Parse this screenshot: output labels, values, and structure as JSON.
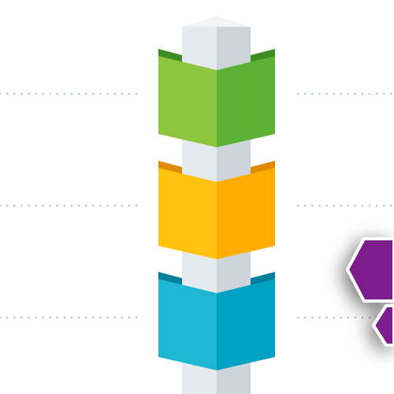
{
  "colors": {
    "background": "#ffffff",
    "pillar_front_left": "#e4eaee",
    "pillar_front_right": "#cdd5da",
    "pillar_top": "#f3f6f8",
    "dots": "#b7c7cf",
    "green_light": "#8cc63e",
    "green_dark": "#5db236",
    "green_inside": "#3e8d22",
    "yellow_light": "#ffc20e",
    "yellow_dark": "#ffae00",
    "yellow_inside": "#e08a00",
    "cyan_light": "#1fb6d3",
    "cyan_dark": "#00a2c4",
    "cyan_inside": "#007f9c",
    "hex_purple": "#7d1a8c",
    "hex_border": "#ffffff"
  },
  "diagram": {
    "pillar": "square column",
    "blocks": [
      {
        "name": "green-block",
        "color": "green"
      },
      {
        "name": "yellow-block",
        "color": "yellow"
      },
      {
        "name": "cyan-block",
        "color": "cyan"
      }
    ],
    "connector_lines": 3,
    "line_style": "dotted",
    "hexagon_badge": "purple"
  }
}
